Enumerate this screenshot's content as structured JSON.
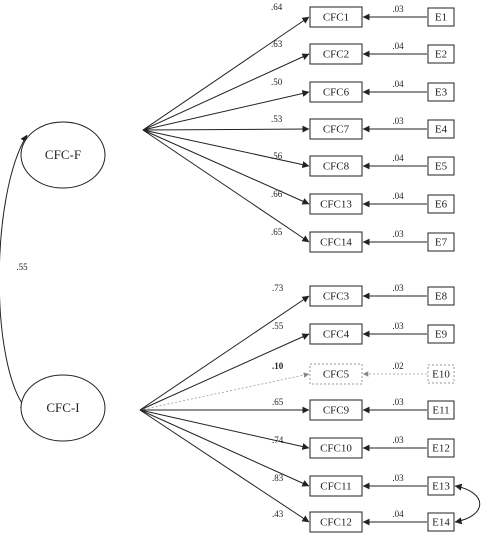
{
  "diagram": {
    "factors": [
      {
        "id": "F",
        "label": "CFC-F"
      },
      {
        "id": "I",
        "label": "CFC-I"
      }
    ],
    "factor_correlation": ".55",
    "items": [
      {
        "label": "CFC1",
        "factor": "F",
        "loading": ".64",
        "error": "E1",
        "error_loading": ".03",
        "dashed": false
      },
      {
        "label": "CFC2",
        "factor": "F",
        "loading": ".63",
        "error": "E2",
        "error_loading": ".04",
        "dashed": false
      },
      {
        "label": "CFC6",
        "factor": "F",
        "loading": ".50",
        "error": "E3",
        "error_loading": ".04",
        "dashed": false
      },
      {
        "label": "CFC7",
        "factor": "F",
        "loading": ".53",
        "error": "E4",
        "error_loading": ".03",
        "dashed": false
      },
      {
        "label": "CFC8",
        "factor": "F",
        "loading": ".56",
        "error": "E5",
        "error_loading": ".04",
        "dashed": false
      },
      {
        "label": "CFC13",
        "factor": "F",
        "loading": ".66",
        "error": "E6",
        "error_loading": ".04",
        "dashed": false
      },
      {
        "label": "CFC14",
        "factor": "F",
        "loading": ".65",
        "error": "E7",
        "error_loading": ".03",
        "dashed": false
      },
      {
        "label": "CFC3",
        "factor": "I",
        "loading": ".73",
        "error": "E8",
        "error_loading": ".03",
        "dashed": false
      },
      {
        "label": "CFC4",
        "factor": "I",
        "loading": ".55",
        "error": "E9",
        "error_loading": ".03",
        "dashed": false
      },
      {
        "label": "CFC5",
        "factor": "I",
        "loading": ".10",
        "error": "E10",
        "error_loading": ".02",
        "dashed": true
      },
      {
        "label": "CFC9",
        "factor": "I",
        "loading": ".65",
        "error": "E11",
        "error_loading": ".03",
        "dashed": false
      },
      {
        "label": "CFC10",
        "factor": "I",
        "loading": ".74",
        "error": "E12",
        "error_loading": ".03",
        "dashed": false
      },
      {
        "label": "CFC11",
        "factor": "I",
        "loading": ".83",
        "error": "E13",
        "error_loading": ".03",
        "dashed": false
      },
      {
        "label": "CFC12",
        "factor": "I",
        "loading": ".43",
        "error": "E14",
        "error_loading": ".04",
        "dashed": false
      }
    ],
    "error_covariances": [
      {
        "from": "E13",
        "to": "E14"
      }
    ]
  }
}
